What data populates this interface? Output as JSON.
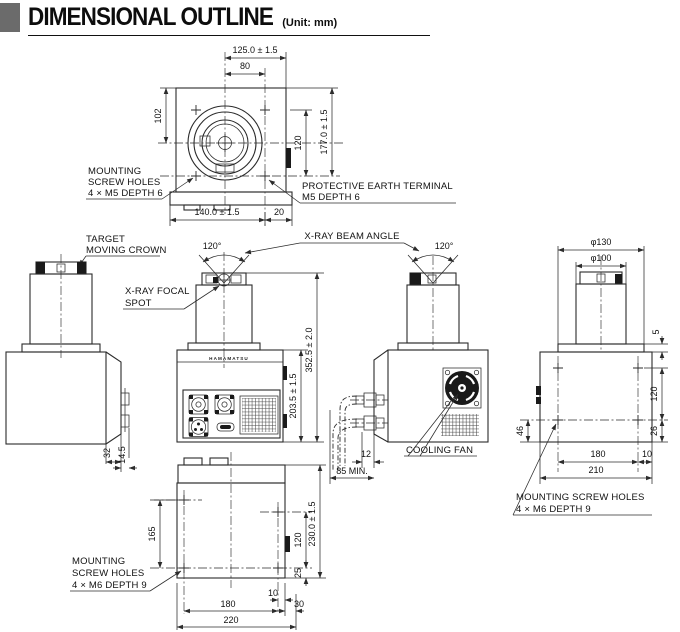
{
  "header": {
    "title": "DIMENSIONAL OUTLINE",
    "unit_note": "(Unit: mm)"
  },
  "colors": {
    "line": "#2b2b2b",
    "title_block": "#6b6b6b",
    "background": "#ffffff"
  },
  "top_view": {
    "dim_width_outer": "125.0 ± 1.5",
    "dim_width_inner": "80",
    "dim_height_left": "102",
    "dim_height_inner": "120",
    "dim_height_outer": "177.0 ± 1.5",
    "dim_base_width": "140.0 ± 1.5",
    "dim_base_offset": "20",
    "mounting_label": [
      "MOUNTING",
      "SCREW HOLES",
      "4 × M5  DEPTH 6"
    ],
    "earth_label": [
      "PROTECTIVE EARTH TERMINAL",
      "M5 DEPTH 6"
    ]
  },
  "callouts": {
    "target_crown": [
      "TARGET",
      "MOVING CROWN"
    ],
    "beam_angle": "X-RAY BEAM ANGLE",
    "beam_angle_left": "120°",
    "beam_angle_right": "120°",
    "focal_spot": [
      "X-RAY FOCAL",
      "SPOT"
    ],
    "cooling_fan": "COOLING FAN"
  },
  "left_view": {
    "dim_connector_offset": "32",
    "dim_connector_height": "14.5"
  },
  "front_view": {
    "brand": "HAMAMATSU",
    "dim_body_height": "203.5 ± 1.5",
    "dim_total_height": "352.5 ± 2.0"
  },
  "cable_view": {
    "dim_cable_offset": "12",
    "dim_cable_clearance": "85 MIN."
  },
  "right_view": {
    "dim_flange_dia": "φ130",
    "dim_cylinder_dia": "φ100",
    "dim_flange_height": "5",
    "dim_hole_spacing_v": "120",
    "dim_hole_bottom": "26",
    "dim_terminal_height": "46",
    "dim_hole_spacing_h": "180",
    "dim_hole_edge": "10",
    "dim_body_depth": "210",
    "mounting_label": [
      "MOUNTING SCREW HOLES",
      "4 × M6  DEPTH 9"
    ]
  },
  "bottom_view": {
    "dim_hole_left_v": "165",
    "dim_hole_right_v": "120",
    "dim_hole_bottom": "25",
    "dim_total_height": "230.0 ± 1.5",
    "dim_hole_edge": "10",
    "dim_hole_spacing": "180",
    "dim_edge_right": "30",
    "dim_total_width": "220",
    "mounting_label": [
      "MOUNTING",
      "SCREW HOLES",
      "4 × M6  DEPTH 9"
    ]
  }
}
